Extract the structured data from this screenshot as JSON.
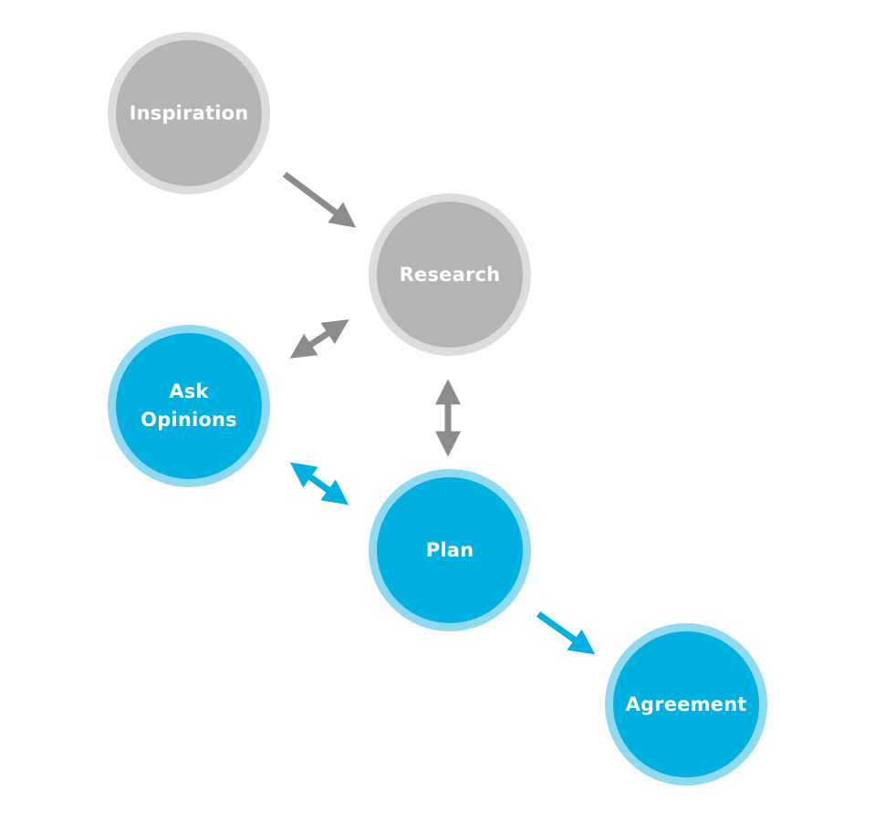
{
  "nodes": {
    "inspiration": "Inspiration",
    "research": "Research",
    "ask_opinions": "Ask\nOpinions",
    "plan": "Plan",
    "agreement": "Agreement"
  },
  "colors": {
    "gray_fill": "#b4b4b4",
    "gray_ring": "#dcdcdc",
    "gray_arrow": "#8c8c8c",
    "blue_fill": "#00b0e0",
    "blue_ring": "#8fdaf0",
    "blue_arrow": "#00b0e0"
  },
  "connections": [
    {
      "from": "inspiration",
      "to": "research",
      "direction": "one-way",
      "color": "gray"
    },
    {
      "from": "research",
      "to": "ask_opinions",
      "direction": "two-way",
      "color": "gray"
    },
    {
      "from": "research",
      "to": "plan",
      "direction": "two-way",
      "color": "gray"
    },
    {
      "from": "ask_opinions",
      "to": "plan",
      "direction": "two-way",
      "color": "blue"
    },
    {
      "from": "plan",
      "to": "agreement",
      "direction": "one-way",
      "color": "blue"
    }
  ]
}
